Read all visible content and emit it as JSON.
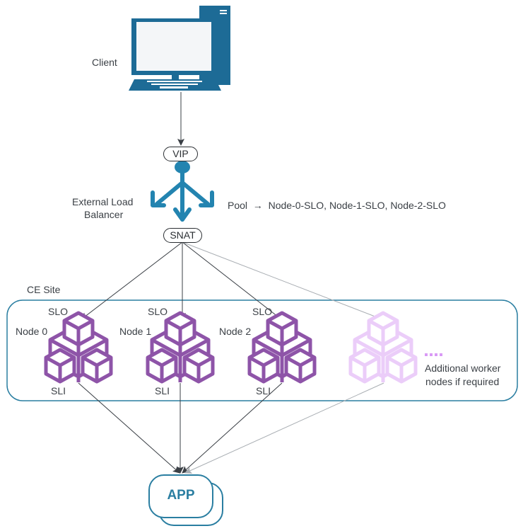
{
  "client": {
    "label": "Client",
    "icon": "desktop-computer-icon"
  },
  "load_balancer": {
    "label_line1": "External Load",
    "label_line2": "Balancer",
    "vip_label": "VIP",
    "snat_label": "SNAT",
    "pool_text": "Pool  →  Node-0-SLO, Node-1-SLO, Node-2-SLO",
    "icon": "load-balancer-icon"
  },
  "site": {
    "label": "CE Site",
    "border_color": "#2a7ea1",
    "nodes": [
      {
        "name": "Node 0",
        "slo": "SLO",
        "sli": "SLI",
        "color": "#8e54a8"
      },
      {
        "name": "Node 1",
        "slo": "SLO",
        "sli": "SLI",
        "color": "#8e54a8"
      },
      {
        "name": "Node 2",
        "slo": "SLO",
        "sli": "SLI",
        "color": "#8e54a8"
      }
    ],
    "additional": {
      "line1": "Additional worker",
      "line2": "nodes if required",
      "color": "#ebcdf9",
      "dots_color": "#d99af5"
    }
  },
  "app": {
    "label": "APP",
    "color": "#2a7ea1"
  },
  "colors": {
    "primary_blue": "#1d6b96",
    "lb_blue": "#2384b0",
    "arrow_dark": "#3a3f45",
    "arrow_light": "#a9aeb3"
  }
}
